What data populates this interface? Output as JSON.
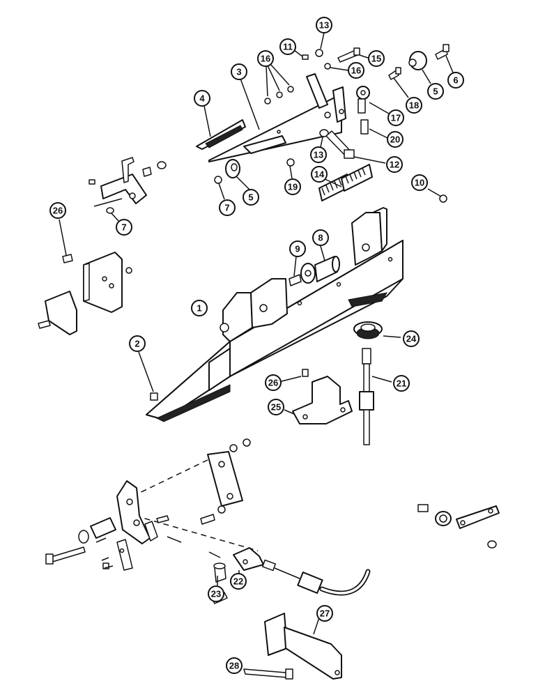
{
  "callouts": [
    {
      "id": "c13a",
      "label": "13"
    },
    {
      "id": "c11",
      "label": "11"
    },
    {
      "id": "c15",
      "label": "15"
    },
    {
      "id": "c16a",
      "label": "16"
    },
    {
      "id": "c16b",
      "label": "16"
    },
    {
      "id": "c6",
      "label": "6"
    },
    {
      "id": "c3",
      "label": "3"
    },
    {
      "id": "c4",
      "label": "4"
    },
    {
      "id": "c5a",
      "label": "5"
    },
    {
      "id": "c18",
      "label": "18"
    },
    {
      "id": "c17",
      "label": "17"
    },
    {
      "id": "c20",
      "label": "20"
    },
    {
      "id": "c13b",
      "label": "13"
    },
    {
      "id": "c12",
      "label": "12"
    },
    {
      "id": "c14",
      "label": "14"
    },
    {
      "id": "c19",
      "label": "19"
    },
    {
      "id": "c10",
      "label": "10"
    },
    {
      "id": "c7a",
      "label": "7"
    },
    {
      "id": "c5b",
      "label": "5"
    },
    {
      "id": "c26a",
      "label": "26"
    },
    {
      "id": "c7b",
      "label": "7"
    },
    {
      "id": "c9",
      "label": "9"
    },
    {
      "id": "c8",
      "label": "8"
    },
    {
      "id": "c1",
      "label": "1"
    },
    {
      "id": "c24",
      "label": "24"
    },
    {
      "id": "c2",
      "label": "2"
    },
    {
      "id": "c26b",
      "label": "26"
    },
    {
      "id": "c21",
      "label": "21"
    },
    {
      "id": "c25",
      "label": "25"
    },
    {
      "id": "c23",
      "label": "23"
    },
    {
      "id": "c22",
      "label": "22"
    },
    {
      "id": "c27",
      "label": "27"
    },
    {
      "id": "c28",
      "label": "28"
    }
  ]
}
